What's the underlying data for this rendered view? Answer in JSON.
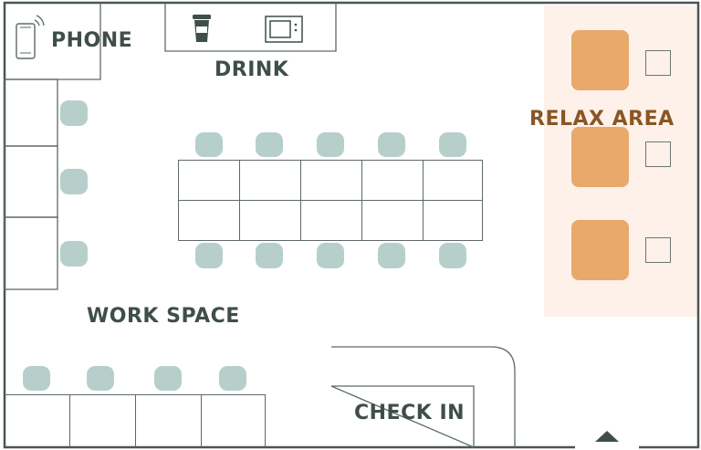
{
  "zones": {
    "phone": {
      "label": "PHONE",
      "icon": "mobile-phone-icon"
    },
    "drink": {
      "label": "DRINK",
      "icons": [
        "coffee-cup-icon",
        "microwave-icon"
      ]
    },
    "relax": {
      "label": "RELAX AREA",
      "color": "#fdf1ea",
      "sofa_color": "#e8a96b"
    },
    "work": {
      "label": "WORK SPACE"
    },
    "checkin": {
      "label": "CHECK IN"
    }
  },
  "colors": {
    "wall": "#4a5654",
    "chair": "#b7cfca",
    "label": "#3f4e4b",
    "relax_label": "#8a5524"
  },
  "entrance": {
    "icon": "entrance-arrow-icon"
  }
}
